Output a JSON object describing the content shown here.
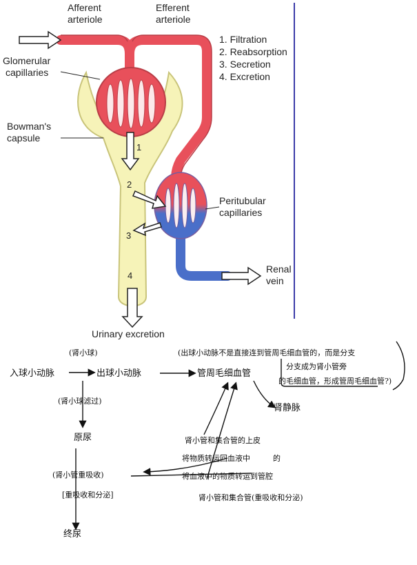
{
  "diagram": {
    "labels": {
      "afferent": [
        "Afferent",
        "arteriole"
      ],
      "efferent": [
        "Efferent",
        "arteriole"
      ],
      "glomerular": [
        "Glomerular",
        "capillaries"
      ],
      "bowmans": [
        "Bowman's",
        "capsule"
      ],
      "peritubular": [
        "Peritubular",
        "capillaries"
      ],
      "renal_vein": [
        "Renal",
        "vein"
      ],
      "urinary": "Urinary excretion"
    },
    "legend": [
      "1. Filtration",
      "2. Reabsorption",
      "3. Secretion",
      "4. Excretion"
    ],
    "step_numbers": [
      "1",
      "2",
      "3",
      "4"
    ],
    "colors": {
      "artery": "#e8505b",
      "vein": "#4a6fc9",
      "capsule": "#f6f3b8",
      "capsule_stroke": "#c9c47a",
      "divider": "#3a3aa8"
    }
  },
  "notes": {
    "n1": "入球小动脉",
    "n2": "(肾小球)",
    "n3": "出球小动脉",
    "n4": "管周毛细血管",
    "n5": "(出球小动脉不是直接连到管周毛细血管的，而是分支",
    "n6": "分支成为肾小管旁",
    "n7": "的毛细血管，形成管周毛细血管?)",
    "n8": "肾静脉",
    "n9": "(肾小球滤过)",
    "n10": "原尿",
    "n11": "(肾小管重吸收)",
    "n12": "[重吸收和分泌]",
    "n13": "终尿",
    "n14": "肾小管和集合管的上皮",
    "n15": "将物质转运回血液中",
    "n16": "将血液中的物质转运到管腔",
    "n17": "肾小管和集合管(重吸收和分泌)",
    "n18": "的"
  }
}
